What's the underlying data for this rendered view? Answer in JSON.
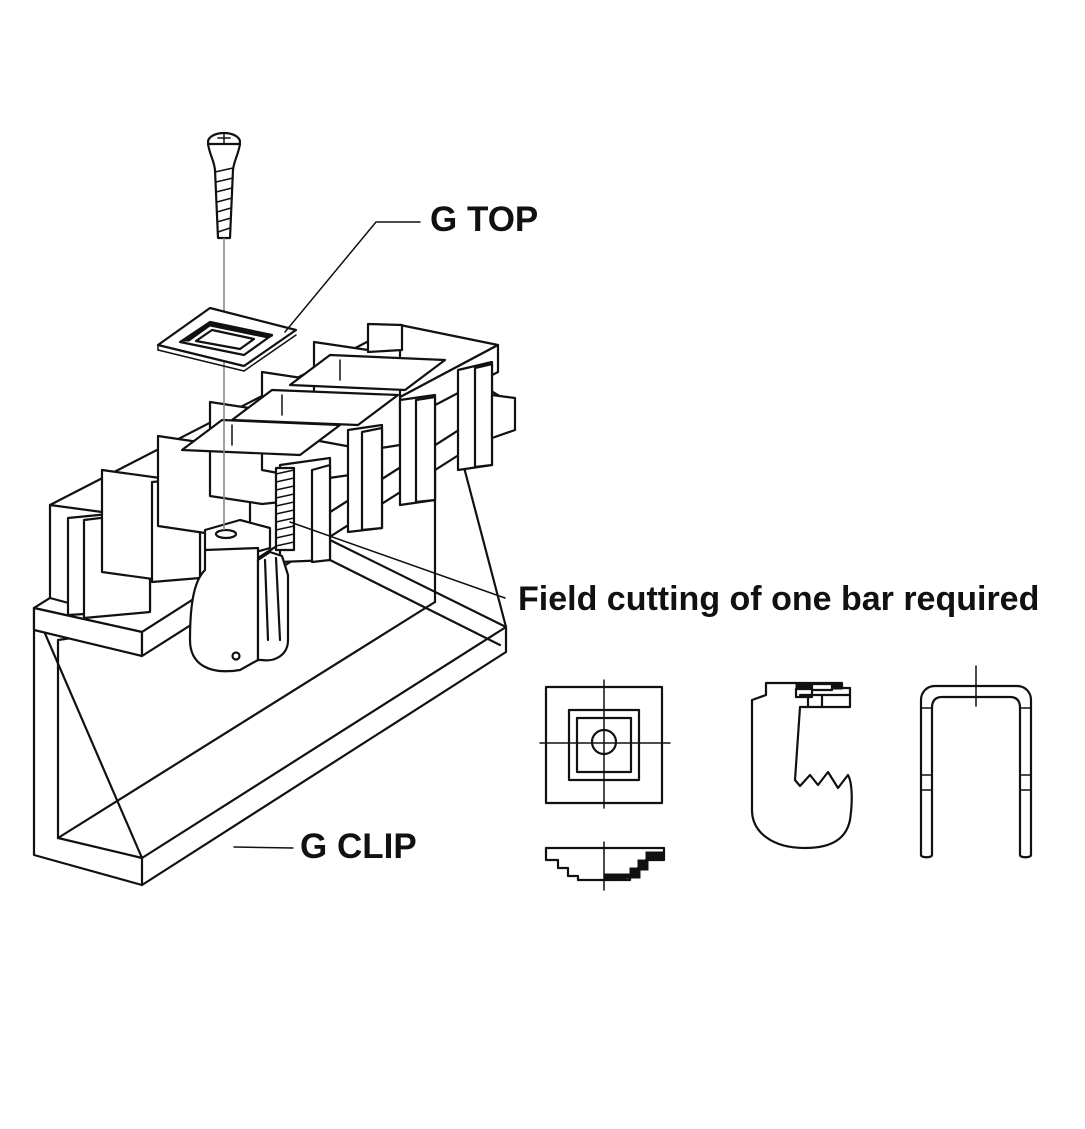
{
  "labels": {
    "g_top": "G TOP",
    "field_cutting": "Field cutting of one bar required",
    "g_clip": "G CLIP"
  },
  "colors": {
    "ink": "#111111",
    "background": "#ffffff"
  }
}
